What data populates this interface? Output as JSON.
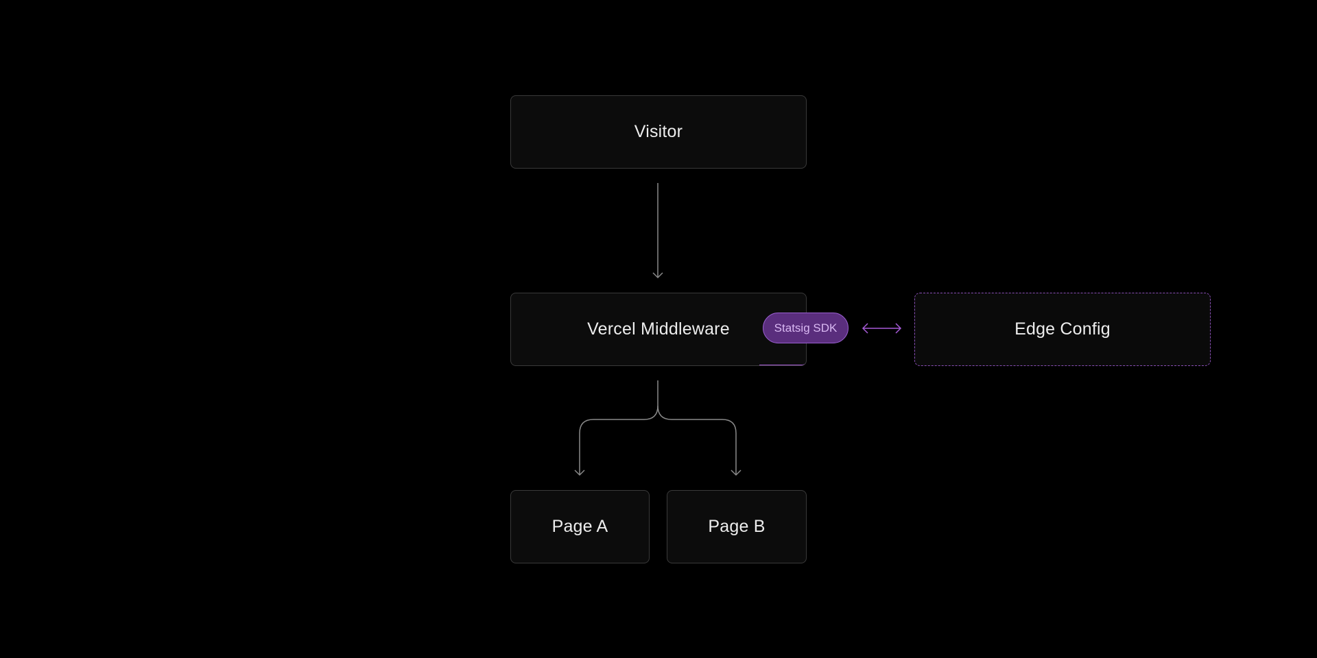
{
  "nodes": {
    "visitor": "Visitor",
    "middleware": "Vercel Middleware",
    "sdk": "Statsig SDK",
    "edge_config": "Edge Config",
    "page_a": "Page A",
    "page_b": "Page B"
  },
  "colors": {
    "background": "#000000",
    "node_fill": "#0c0c0c",
    "node_border": "#3a3a3a",
    "connector": "#8a8a8a",
    "accent_purple": "#a75bd8",
    "pill_fill": "#5a2e7d",
    "pill_text": "#d9b8f2",
    "text": "#ededed"
  }
}
